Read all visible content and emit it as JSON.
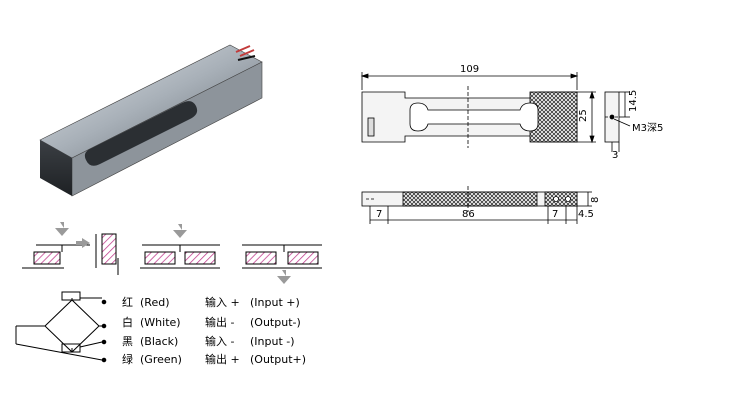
{
  "drawing": {
    "top_view": {
      "length_label": "109",
      "height_label": "25",
      "hole_offset_label": "14.5",
      "thread_label": "M3深5",
      "edge_label": "3"
    },
    "bottom_view": {
      "left_label": "7",
      "center_label": "86",
      "right_label": "7",
      "end_label": "4.5",
      "thickness_label": "8"
    }
  },
  "wiring": [
    {
      "color": "红",
      "name": "(Red)",
      "role": "输入 +",
      "desc": "(Input  +)"
    },
    {
      "color": "白",
      "name": "(White)",
      "role": "输出 -",
      "desc": "(Output-)"
    },
    {
      "color": "黑",
      "name": "(Black)",
      "role": "输入 -",
      "desc": "(Input -)"
    },
    {
      "color": "绿",
      "name": "(Green)",
      "role": "输出 +",
      "desc": "(Output+)"
    }
  ],
  "colors": {
    "line": "#000000",
    "hatch": "#c03a8c",
    "arrow": "#9a9a9a",
    "metal": "#b9c0c7"
  }
}
